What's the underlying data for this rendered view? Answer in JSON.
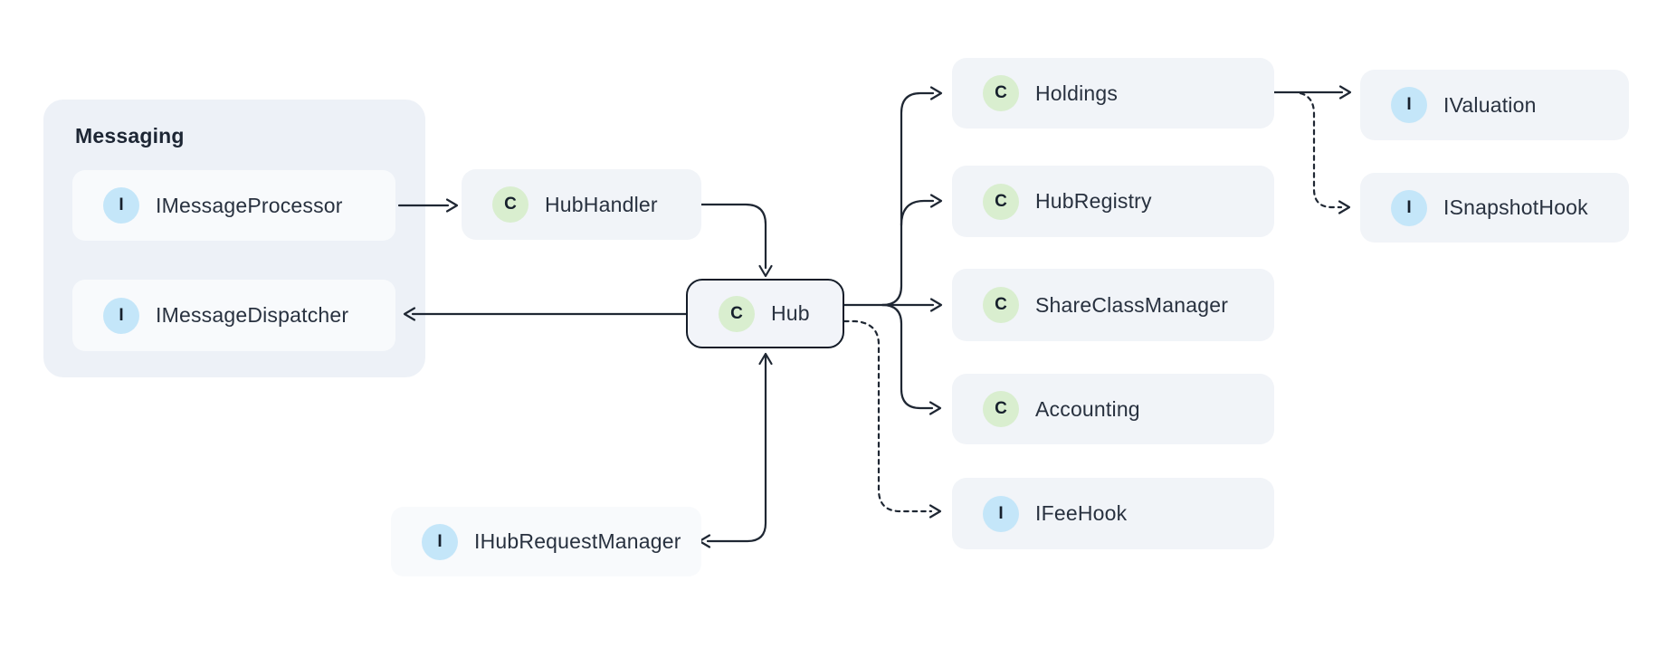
{
  "diagram": {
    "group": {
      "title": "Messaging"
    },
    "nodes": [
      {
        "id": "imessageprocessor",
        "label": "IMessageProcessor",
        "badge": "I",
        "kind": "interface"
      },
      {
        "id": "imessagedispatcher",
        "label": "IMessageDispatcher",
        "badge": "I",
        "kind": "interface"
      },
      {
        "id": "hubhandler",
        "label": "HubHandler",
        "badge": "C",
        "kind": "class"
      },
      {
        "id": "hub",
        "label": "Hub",
        "badge": "C",
        "kind": "class"
      },
      {
        "id": "ihubrequestmanager",
        "label": "IHubRequestManager",
        "badge": "I",
        "kind": "interface"
      },
      {
        "id": "holdings",
        "label": "Holdings",
        "badge": "C",
        "kind": "class"
      },
      {
        "id": "hubregistry",
        "label": "HubRegistry",
        "badge": "C",
        "kind": "class"
      },
      {
        "id": "shareclassmanager",
        "label": "ShareClassManager",
        "badge": "C",
        "kind": "class"
      },
      {
        "id": "accounting",
        "label": "Accounting",
        "badge": "C",
        "kind": "class"
      },
      {
        "id": "ifeehook",
        "label": "IFeeHook",
        "badge": "I",
        "kind": "interface"
      },
      {
        "id": "ivaluation",
        "label": "IValuation",
        "badge": "I",
        "kind": "interface"
      },
      {
        "id": "isnapshothook",
        "label": "ISnapshotHook",
        "badge": "I",
        "kind": "interface"
      }
    ],
    "edges": [
      {
        "from": "IMessageProcessor",
        "to": "HubHandler",
        "style": "solid"
      },
      {
        "from": "HubHandler",
        "to": "Hub",
        "style": "solid"
      },
      {
        "from": "Hub",
        "to": "IMessageDispatcher",
        "style": "solid"
      },
      {
        "from": "Hub",
        "to": "IHubRequestManager",
        "style": "solid-double-arrow"
      },
      {
        "from": "Hub",
        "to": "Holdings",
        "style": "solid"
      },
      {
        "from": "Hub",
        "to": "HubRegistry",
        "style": "solid"
      },
      {
        "from": "Hub",
        "to": "ShareClassManager",
        "style": "solid"
      },
      {
        "from": "Hub",
        "to": "Accounting",
        "style": "solid"
      },
      {
        "from": "Hub",
        "to": "IFeeHook",
        "style": "dashed"
      },
      {
        "from": "Holdings",
        "to": "IValuation",
        "style": "solid"
      },
      {
        "from": "Holdings",
        "to": "ISnapshotHook",
        "style": "dashed"
      }
    ],
    "colors": {
      "class_badge": "#d9eecf",
      "interface_badge": "#c4e6f9",
      "edge": "#1f2733",
      "node_bg": "#f1f4f8",
      "group_bg": "#edf1f7",
      "inner_node_bg": "#f8fafc",
      "hub_border": "#141c28",
      "text": "#28313f"
    }
  }
}
